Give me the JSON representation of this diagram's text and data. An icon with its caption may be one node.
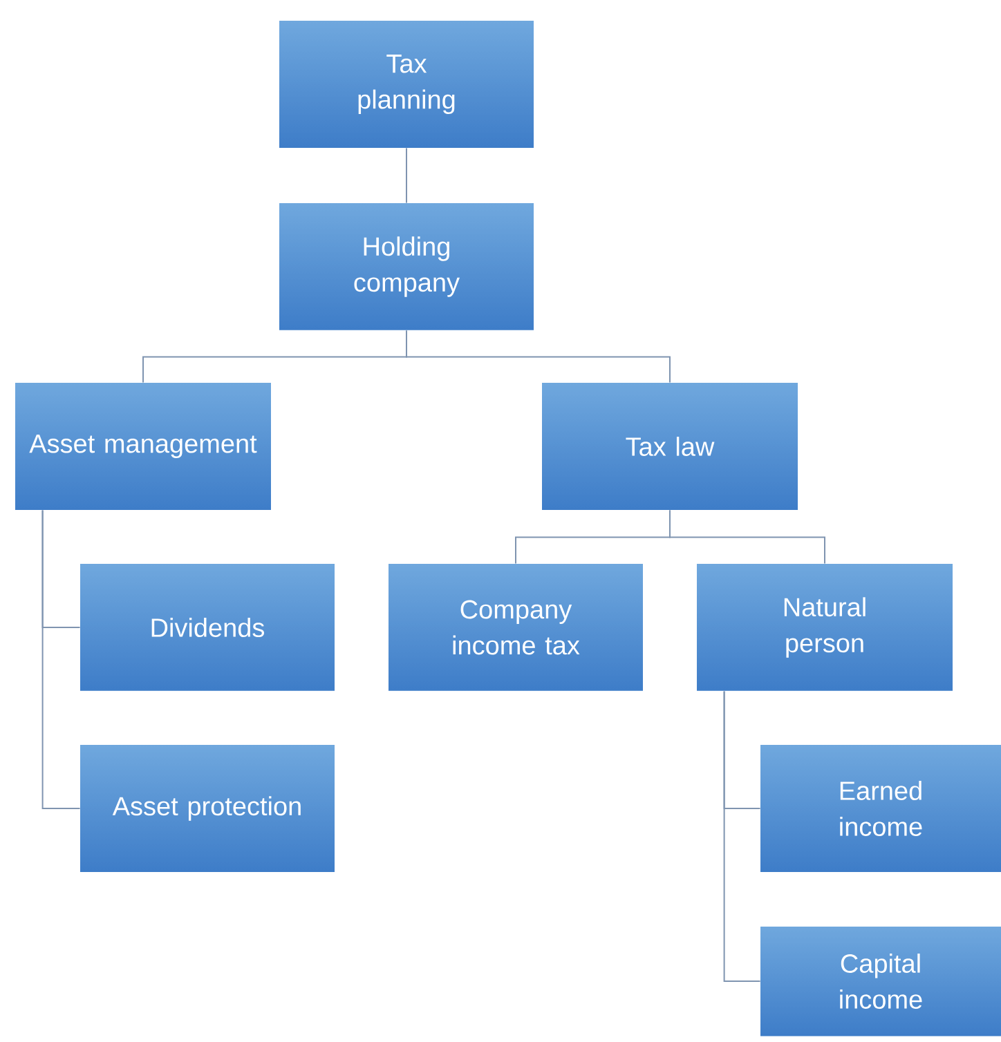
{
  "diagram": {
    "nodes": [
      {
        "text": [
          "Tax planning"
        ]
      },
      {
        "text": [
          "Holding company"
        ]
      },
      {
        "text": [
          "Asset management"
        ]
      },
      {
        "text": [
          "Tax law"
        ]
      },
      {
        "text": [
          "Dividends"
        ]
      },
      {
        "text": [
          "Asset protection"
        ]
      },
      {
        "text": [
          "Company income tax"
        ]
      },
      {
        "text": [
          "Natural person"
        ]
      },
      {
        "text": [
          "Earned income"
        ]
      },
      {
        "text": [
          "Capital income"
        ]
      }
    ],
    "edges": [
      {
        "from": 0,
        "to": 1,
        "arrow": "none"
      },
      {
        "from": 1,
        "to": 2,
        "arrow": "none"
      },
      {
        "from": 1,
        "to": 3,
        "arrow": "none"
      },
      {
        "from": 2,
        "to": 4,
        "arrow": "none"
      },
      {
        "from": 2,
        "to": 5,
        "arrow": "none"
      },
      {
        "from": 3,
        "to": 6,
        "arrow": "none"
      },
      {
        "from": 3,
        "to": 7,
        "arrow": "none"
      },
      {
        "from": 7,
        "to": 8,
        "arrow": "none"
      },
      {
        "from": 7,
        "to": 9,
        "arrow": "none"
      }
    ]
  }
}
